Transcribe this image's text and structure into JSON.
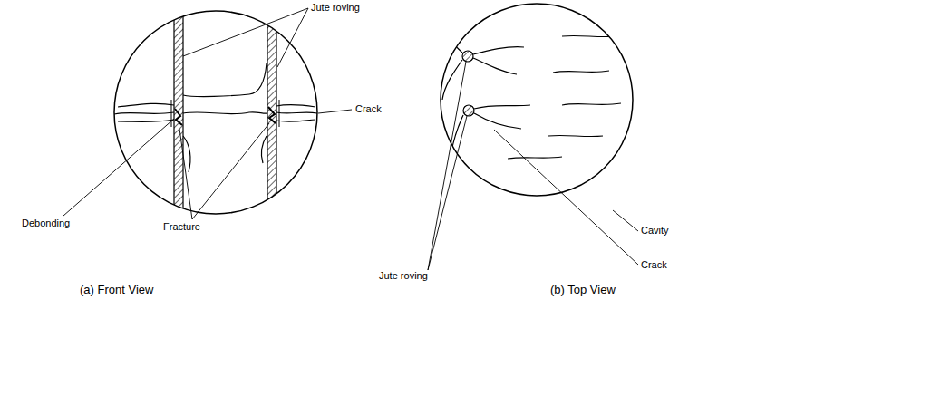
{
  "diagram": {
    "labels": [
      "Jute roving",
      "Crack",
      "Debonding",
      "Fracture",
      "(a) Front View",
      "Jute roving",
      "Cavity",
      "Crack",
      "(b) Top View"
    ]
  }
}
